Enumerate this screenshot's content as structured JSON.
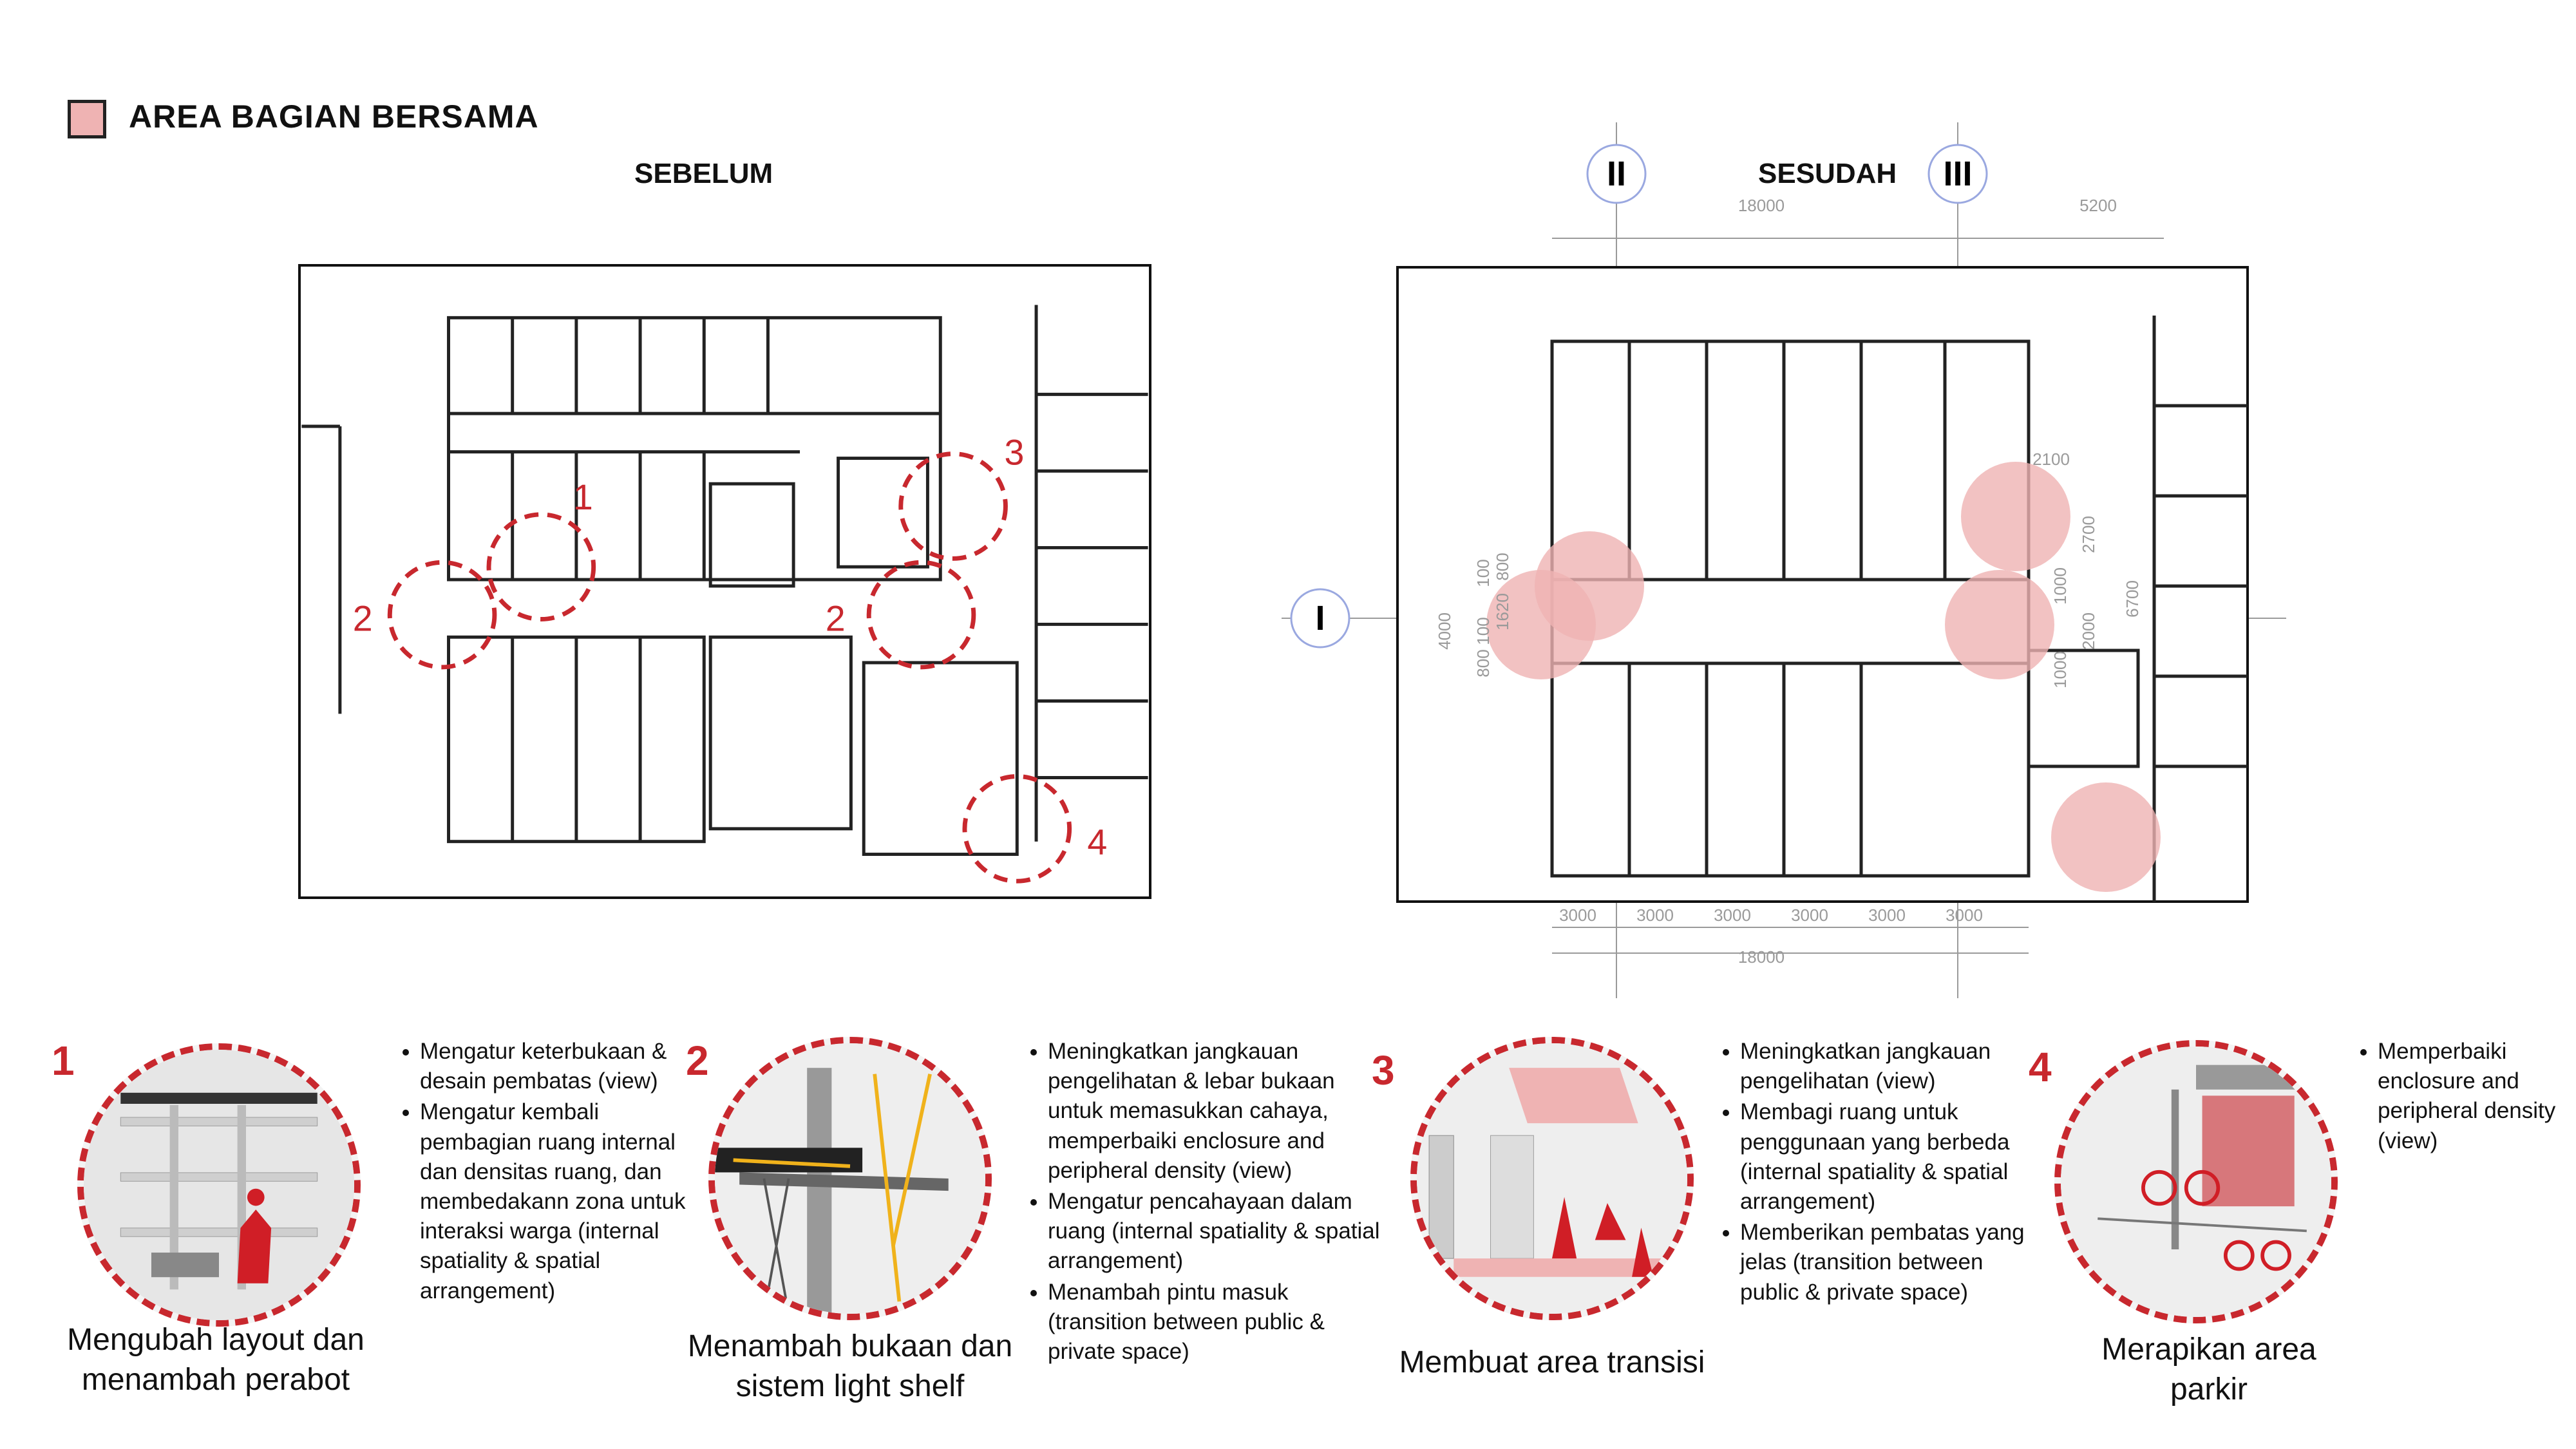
{
  "legend": {
    "label": "AREA BAGIAN BERSAMA",
    "color": "#efb3b3"
  },
  "before": {
    "title": "SEBELUM",
    "markers": [
      "1",
      "2",
      "2",
      "3",
      "4"
    ]
  },
  "after": {
    "title": "SESUDAH",
    "axes": [
      "I",
      "II",
      "III"
    ],
    "dims_top": [
      "18000",
      "5200"
    ],
    "dims_bottom": [
      "3000",
      "3000",
      "3000",
      "3000",
      "3000",
      "3000",
      "18000"
    ],
    "dims_left": [
      "4000",
      "800",
      "100",
      "1620",
      "100",
      "800"
    ],
    "dims_right": [
      "2100",
      "2700",
      "1000",
      "2000",
      "1000",
      "6700"
    ]
  },
  "cards": [
    {
      "number": "1",
      "caption": "Mengubah layout dan menambah perabot",
      "bullets": [
        "Mengatur keterbukaan & desain pembatas (view)",
        "Mengatur kembali pembagian ruang internal dan densitas ruang, dan membedakann zona untuk interaksi warga (internal spatiality & spatial arrangement)"
      ]
    },
    {
      "number": "2",
      "caption": "Menambah bukaan dan sistem light shelf",
      "bullets": [
        "Meningkatkan jangkauan pengelihatan & lebar bukaan untuk memasukkan cahaya, memperbaiki enclosure and peripheral density (view)",
        "Mengatur pencahayaan dalam ruang (internal spatiality & spatial arrangement)",
        "Menambah pintu masuk (transition between public & private space)"
      ]
    },
    {
      "number": "3",
      "caption": "Membuat area transisi",
      "bullets": [
        "Meningkatkan jangkauan pengelihatan (view)",
        "Membagi ruang untuk penggunaan yang berbeda (internal spatiality & spatial arrangement)",
        "Memberikan pembatas yang jelas (transition between public & private space)"
      ]
    },
    {
      "number": "4",
      "caption": "Merapikan area parkir",
      "bullets": [
        "Memperbaiki enclosure and peripheral density (view)"
      ]
    }
  ],
  "colors": {
    "accent_red": "#c8282e",
    "pink_zone": "#efb3b3",
    "dim_gray": "#9a9a9a"
  }
}
